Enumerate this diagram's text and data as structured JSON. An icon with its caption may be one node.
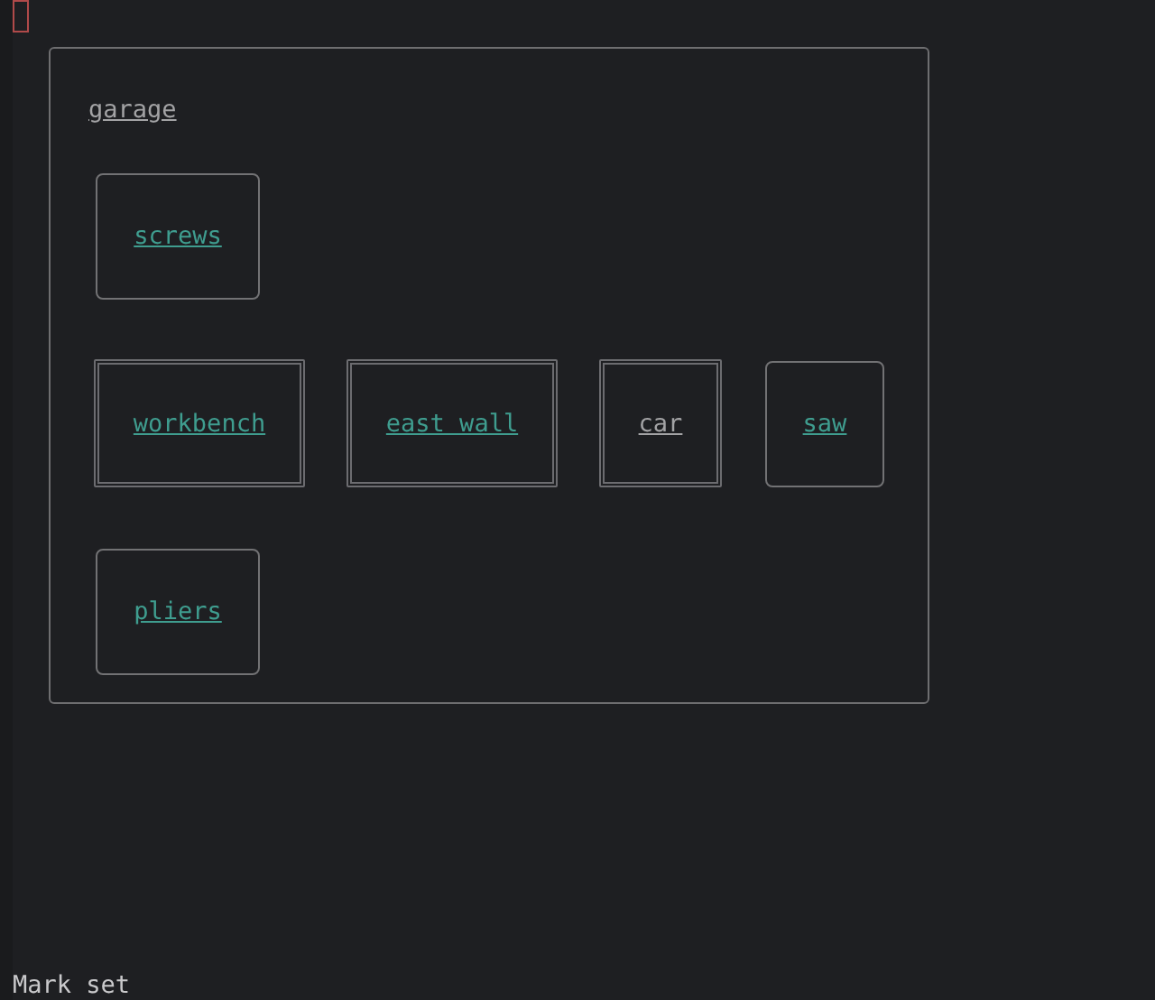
{
  "diagram": {
    "nodes": [
      {
        "text": [
          "garage"
        ]
      },
      {
        "text": [
          "screws"
        ],
        "in": 0
      },
      {
        "text": [
          "workbench"
        ],
        "in": 0
      },
      {
        "text": [
          "east wall"
        ],
        "in": 0
      },
      {
        "text": [
          "car"
        ],
        "in": 0
      },
      {
        "text": [
          "saw"
        ],
        "in": 0
      },
      {
        "text": [
          "pliers"
        ],
        "in": 0
      }
    ],
    "labels": [
      "Mark set"
    ]
  }
}
